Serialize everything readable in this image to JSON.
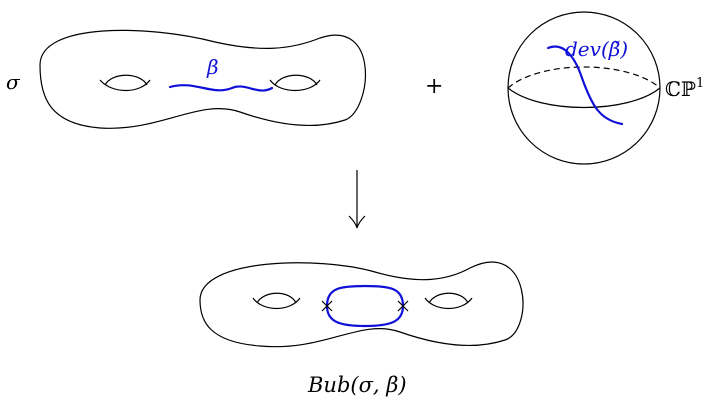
{
  "labels": {
    "surface": "σ",
    "curve": "β",
    "plus": "+",
    "developed_curve": "dev(β̃)",
    "sphere": "ℂℙ",
    "sphere_exponent": "1",
    "result": "Bub(σ, β)"
  },
  "colors": {
    "curve": "#1010d8",
    "ink": "#000000"
  }
}
